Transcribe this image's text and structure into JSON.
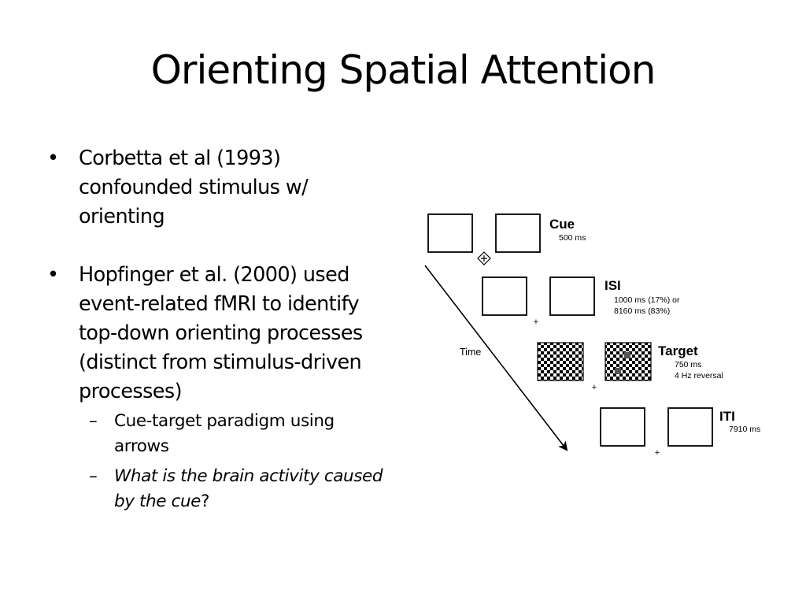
{
  "slide": {
    "title": "Orienting Spatial Attention",
    "bullets": [
      {
        "mark": "•",
        "text": "Corbetta et al (1993) confounded stimulus w/ orienting"
      },
      {
        "mark": "•",
        "text": "Hopfinger et al. (2000) used event-related fMRI to identify top-down orienting processes (distinct from stimulus-driven processes)"
      }
    ],
    "subbullets": [
      {
        "mark": "–",
        "text": "Cue-target paradigm using arrows"
      },
      {
        "mark": "–",
        "text_italic": "What is the brain activity caused by the cue",
        "text_plain": "?"
      }
    ]
  },
  "diagram": {
    "time_label": "Time",
    "fixation_symbol": "+",
    "events": [
      {
        "name": "Cue",
        "lines": [
          "500 ms"
        ]
      },
      {
        "name": "ISI",
        "lines": [
          "1000 ms (17%)  or",
          "8160 ms (83%)"
        ]
      },
      {
        "name": "Target",
        "lines": [
          "750 ms",
          "4 Hz reversal"
        ]
      },
      {
        "name": "ITI",
        "lines": [
          "7910 ms"
        ]
      }
    ]
  }
}
